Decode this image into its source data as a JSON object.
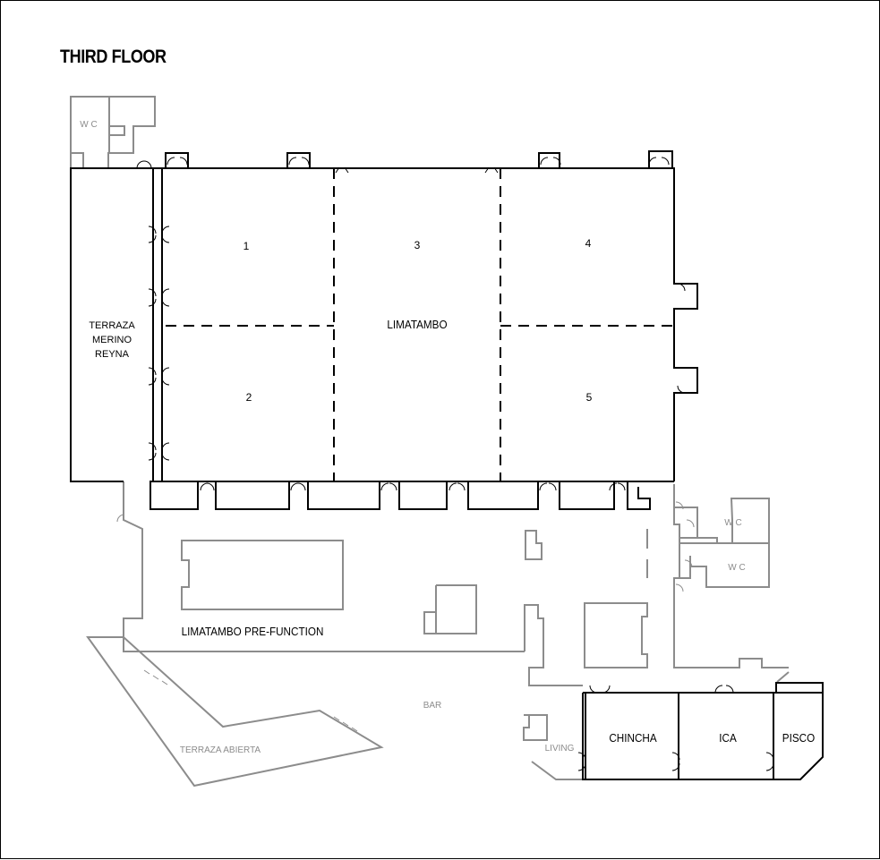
{
  "title": "THIRD FLOOR",
  "rooms": {
    "r1": "1",
    "r2": "2",
    "r3": "3",
    "r4": "4",
    "r5": "5",
    "limatambo": "LIMATAMBO",
    "terraza_merino_reyna": [
      "TERRAZA",
      "MERINO",
      "REYNA"
    ],
    "prefunction": "LIMATAMBO PRE-FUNCTION",
    "bar": "BAR",
    "terraza_abierta": "TERRAZA ABIERTA",
    "living": "LIVING",
    "chincha": "CHINCHA",
    "ica": "ICA",
    "pisco": "PISCO",
    "wc_top_left": "W C",
    "wc_right_upper": "W C",
    "wc_right_lower": "W C"
  },
  "colors": {
    "main_walls": "#000000",
    "secondary_walls": "#8c8c8c",
    "background": "#ffffff"
  }
}
